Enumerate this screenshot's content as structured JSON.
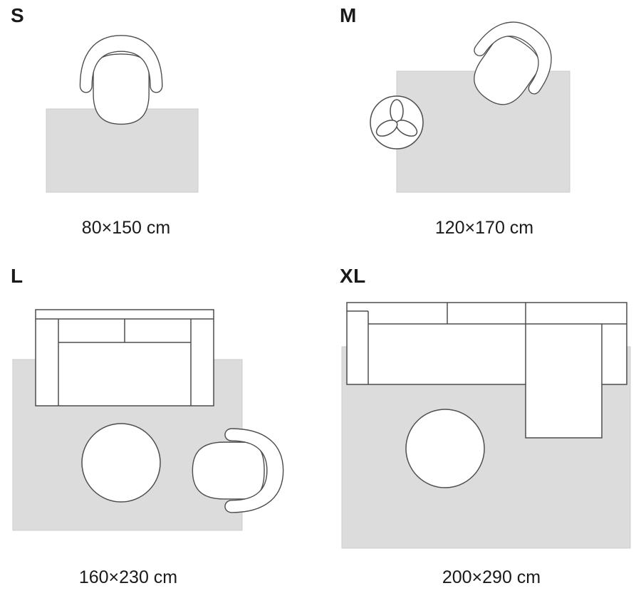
{
  "panels": [
    {
      "id": "s",
      "label": "S",
      "size": "80×150 cm"
    },
    {
      "id": "m",
      "label": "M",
      "size": "120×170 cm"
    },
    {
      "id": "l",
      "label": "L",
      "size": "160×230 cm"
    },
    {
      "id": "xl",
      "label": "XL",
      "size": "200×290 cm"
    }
  ],
  "icons": {
    "armchair": "armchair-top-view",
    "plant": "potted-plant-top-view",
    "sofa": "two-seat-sofa-top-view",
    "sectional_sofa": "sectional-sofa-top-view",
    "round_table": "round-table-top-view"
  },
  "colors": {
    "rug": "#dcdcdc",
    "rug_border": "#cccccc",
    "outline": "#4d4d4d",
    "text": "#1a1a1a",
    "background": "#ffffff"
  }
}
